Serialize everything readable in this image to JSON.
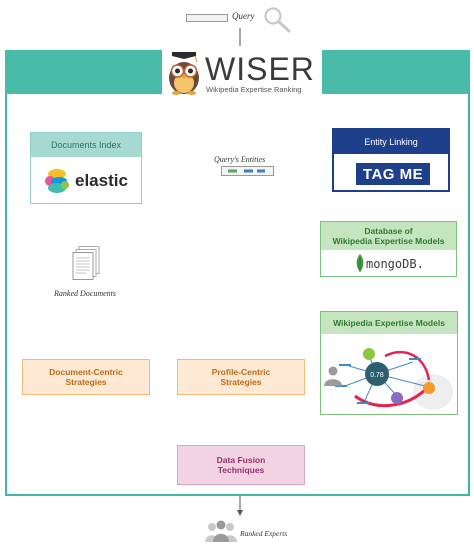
{
  "query": {
    "label": "Query"
  },
  "logo": {
    "title": "WISER",
    "subtitle": "Wikipedia Expertise Ranking"
  },
  "documents_index": {
    "header": "Documents Index",
    "engine": "elastic"
  },
  "entity_linking": {
    "header": "Entity Linking",
    "engine": "TAG ME"
  },
  "query_entities": {
    "label": "Query's Entities"
  },
  "database": {
    "header_line1": "Database of",
    "header_line2": "Wikipedia Expertise Models",
    "engine": "mongoDB."
  },
  "wem": {
    "header": "Wikipedia Expertise Models",
    "center_value": "0.78"
  },
  "ranked_documents": {
    "label": "Ranked Documents"
  },
  "document_centric": {
    "line1": "Document-Centric",
    "line2": "Strategies"
  },
  "profile_centric": {
    "line1": "Profile-Centric",
    "line2": "Strategies"
  },
  "data_fusion": {
    "line1": "Data Fusion",
    "line2": "Techniques"
  },
  "ranked_experts": {
    "label": "Ranked Experts"
  },
  "colors": {
    "teal": "#49bba9",
    "navy": "#1e3f8a",
    "green": "#c4e5bf",
    "orange": "#fde9d4",
    "pink": "#f1d3e3"
  }
}
